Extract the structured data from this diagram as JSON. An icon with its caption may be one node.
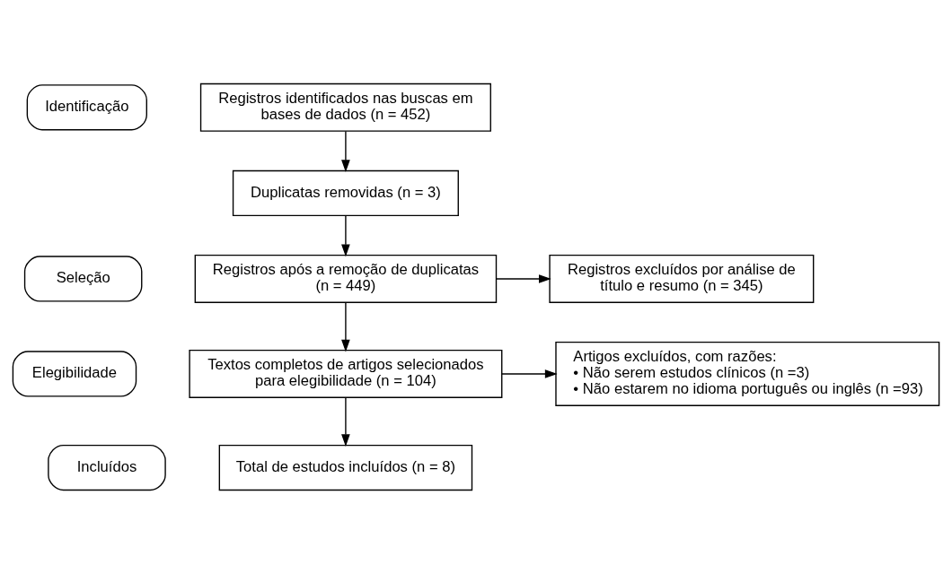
{
  "diagram": {
    "nodes": [
      {
        "text": [
          "Identificação"
        ]
      },
      {
        "text": [
          "Seleção"
        ]
      },
      {
        "text": [
          "Elegibilidade"
        ]
      },
      {
        "text": [
          "Incluídos"
        ]
      },
      {
        "text": [
          "Registros identificados nas buscas em bases de dados (n = 452)"
        ]
      },
      {
        "text": [
          "Duplicatas removidas (n = 3)"
        ]
      },
      {
        "text": [
          "Registros após a remoção de duplicatas (n = 449)"
        ]
      },
      {
        "text": [
          "Registros excluídos por análise de título e resumo (n = 345)"
        ]
      },
      {
        "text": [
          "Textos completos de artigos selecionados para elegibilidade (n = 104)"
        ]
      },
      {
        "text": [
          "Artigos excluídos, com razões:",
          "• Não serem estudos clínicos (n =3)",
          "• Não estarem no idioma português ou inglês (n =93)"
        ]
      },
      {
        "text": [
          "Total de estudos incluídos (n = 8)"
        ]
      }
    ],
    "edges": [
      {
        "from": 4,
        "to": 5,
        "arrow": "to"
      },
      {
        "from": 5,
        "to": 6,
        "arrow": "to"
      },
      {
        "from": 6,
        "to": 7,
        "arrow": "to"
      },
      {
        "from": 6,
        "to": 8,
        "arrow": "to"
      },
      {
        "from": 8,
        "to": 9,
        "arrow": "to"
      },
      {
        "from": 8,
        "to": 10,
        "arrow": "to"
      }
    ]
  }
}
